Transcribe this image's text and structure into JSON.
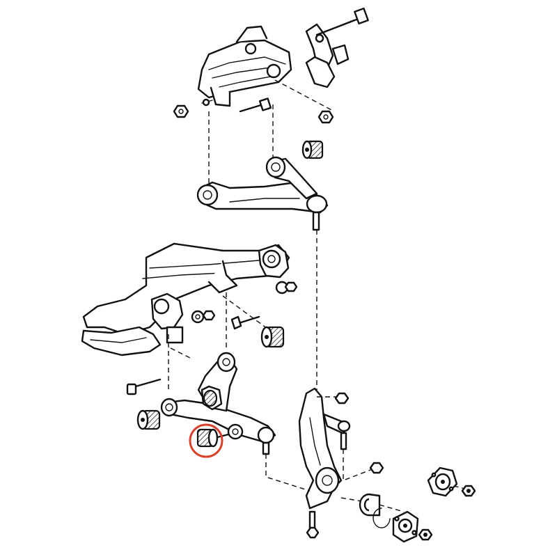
{
  "diagram": {
    "kind": "exploded-view",
    "accent_color": "#d9402b",
    "highlighted_part": "lower-arm-rear-bushing",
    "parts": [
      "strut-top-mount",
      "upper-control-arm",
      "upper-arm-bushing",
      "front-subframe",
      "lower-control-arm",
      "lower-arm-front-bushing",
      "lower-arm-rear-bushing",
      "steering-knuckle",
      "tie-rod-end",
      "wheel-bearing",
      "wheel-hub",
      "hub-nut",
      "bolt",
      "nut"
    ]
  }
}
